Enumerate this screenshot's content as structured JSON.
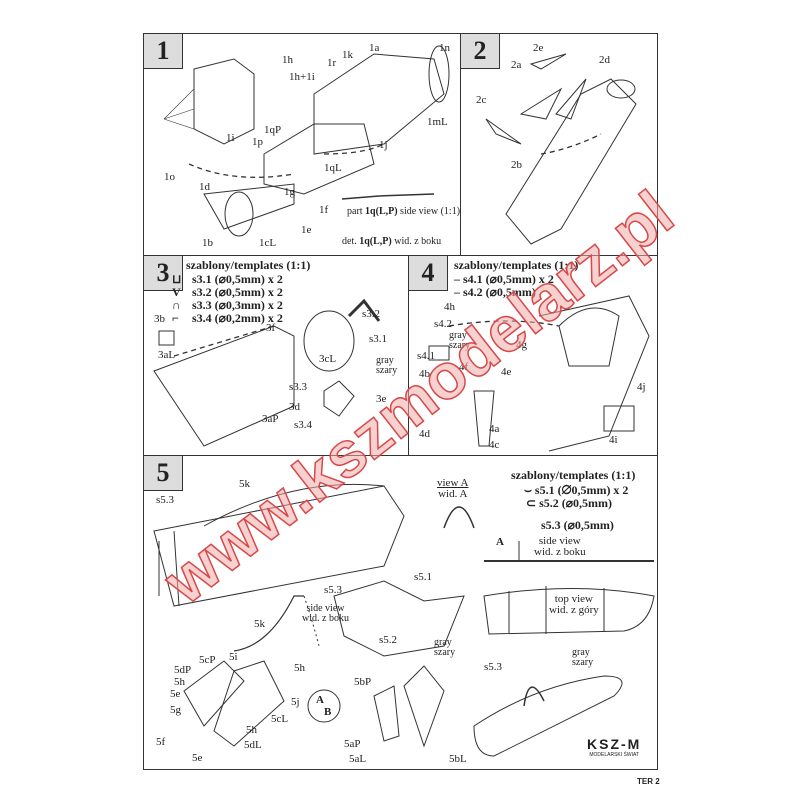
{
  "panels": [
    {
      "number": "1",
      "labels": [
        "1h",
        "1h+1i",
        "1r",
        "1k",
        "1a",
        "1n",
        "1i",
        "1qP",
        "1p",
        "1qL",
        "1j",
        "1mL",
        "1o",
        "1d",
        "1g",
        "1f",
        "1e",
        "1b",
        "1cL"
      ],
      "note_part": "part",
      "note_bold": "1q(L,P)",
      "note_rest": "side view (1:1)",
      "note2_pre": "det.",
      "note2_bold": "1q(L,P)",
      "note2_rest": "wid. z boku"
    },
    {
      "number": "2",
      "labels": [
        "2e",
        "2a",
        "2d",
        "2c",
        "2b"
      ]
    },
    {
      "number": "3",
      "templates_title": "szablony/templates (1:1)",
      "templates": [
        "s3.1 (⌀0,5mm) x 2",
        "s3.2 (⌀0,5mm) x 2",
        "s3.3 (⌀0,3mm) x 2",
        "s3.4 (⌀0,2mm) x 2"
      ],
      "template_symbols": [
        "⊔",
        "V",
        "∩",
        "⌐"
      ],
      "labels": [
        "s3.2",
        "3b",
        "3f",
        "s3.1",
        "3aL",
        "3cL",
        "s3.3",
        "3d",
        "3e",
        "3aP",
        "s3.4"
      ],
      "gray": "gray",
      "szary": "szary"
    },
    {
      "number": "4",
      "templates_title": "szablony/templates (1:1)",
      "templates": [
        "s4.1 (⌀0,5mm) x 2",
        "s4.2 (⌀0,5mm)"
      ],
      "labels": [
        "4h",
        "s4.2",
        "4g",
        "s4.1",
        "4f",
        "4e",
        "4b",
        "4a",
        "4d",
        "4c",
        "4j",
        "4i"
      ],
      "gray": "gray",
      "szary": "szary"
    },
    {
      "number": "5",
      "templates_title": "szablony/templates (1:1)",
      "templates": [
        "s5.1 (⌀0,5mm) x 2",
        "s5.2 (⌀0,5mm)",
        "s5.3 (⌀0,5mm)"
      ],
      "view_a": "view A",
      "wid_a": "wid. A",
      "marker_a": "A",
      "side_view": "side view",
      "side_view_pl": "wid. z boku",
      "top_view": "top view",
      "top_view_pl": "wid. z góry",
      "labels": [
        "5k",
        "s5.3",
        "s5.3",
        "5k",
        "s5.1",
        "s5.2",
        "5i",
        "5cP",
        "5h",
        "5dP",
        "5h",
        "5e",
        "5g",
        "5j",
        "5cL",
        "5h",
        "5f",
        "5dL",
        "5e",
        "5bP",
        "5aP",
        "5aL",
        "5bL",
        "s5.3"
      ],
      "ab_a": "A",
      "ab_b": "B",
      "gray": "gray",
      "szary": "szary",
      "side_view2": "side view",
      "side_view2_pl": "wid. z boku"
    }
  ],
  "logo": {
    "text": "KSZ-M",
    "sub": "MODELARSKI ŚWIAT"
  },
  "watermark": "www.kszmodelarz.pl",
  "page_code": "TER 2"
}
